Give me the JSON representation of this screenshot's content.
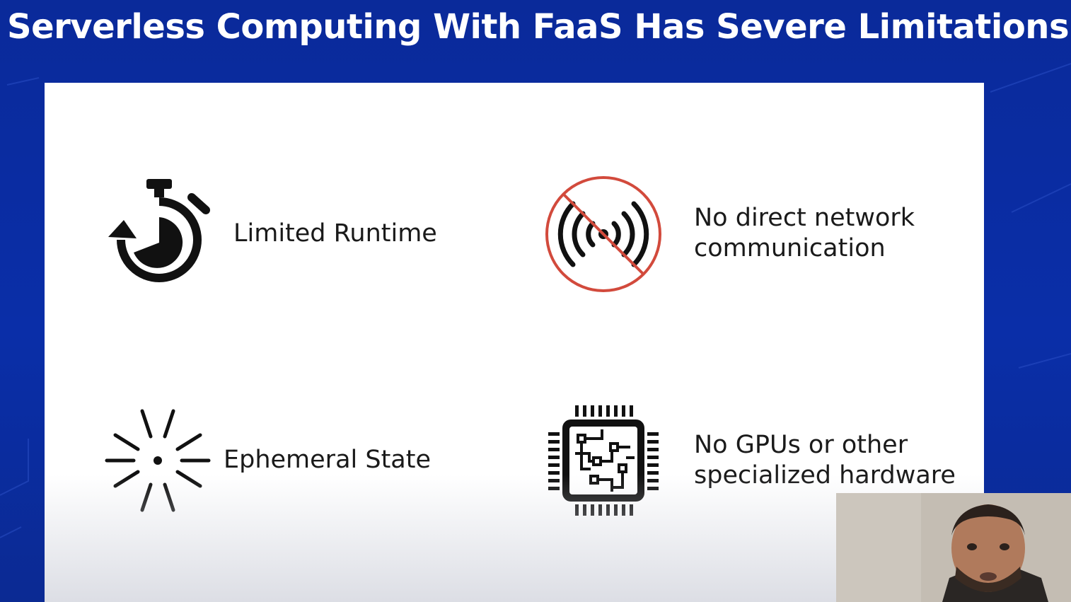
{
  "slide": {
    "title": "Serverless Computing With FaaS Has Severe Limitations",
    "items": [
      {
        "icon": "stopwatch-icon",
        "label": "Limited Runtime"
      },
      {
        "icon": "no-wireless-icon",
        "label": "No direct network",
        "label_line2": "communication"
      },
      {
        "icon": "burst-icon",
        "label": "Ephemeral State"
      },
      {
        "icon": "chip-icon",
        "label": "No GPUs or other",
        "label_line2": "specialized hardware"
      }
    ]
  },
  "colors": {
    "background": "#0a2ea8",
    "panel": "#ffffff",
    "text": "#1a1a1a",
    "prohibited_ring": "#d24a3c"
  },
  "presenter": {
    "icon": "presenter-video-icon"
  }
}
